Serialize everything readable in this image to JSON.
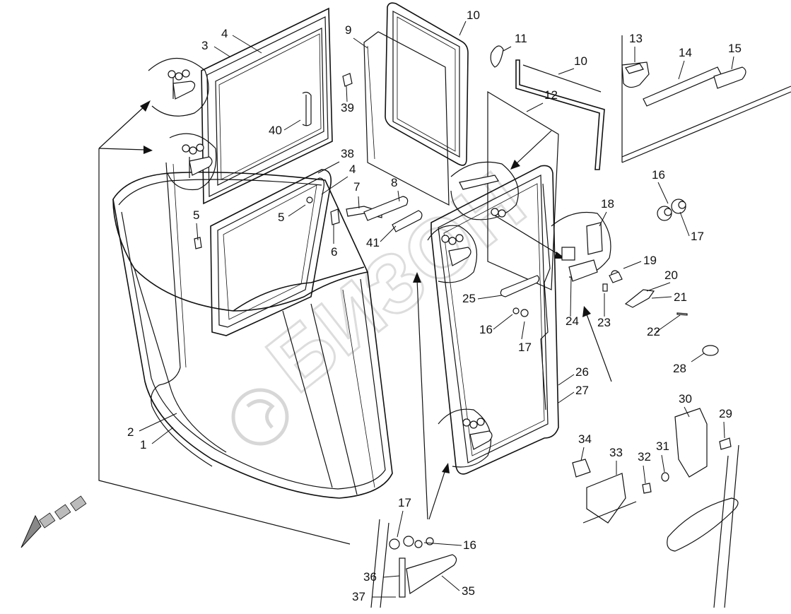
{
  "watermark_text": "БИЗОН",
  "part_labels": [
    "1",
    "2",
    "3",
    "4",
    "4",
    "5",
    "5",
    "6",
    "7",
    "8",
    "9",
    "10",
    "10",
    "11",
    "12",
    "13",
    "14",
    "15",
    "16",
    "16",
    "16",
    "17",
    "17",
    "17",
    "18",
    "19",
    "20",
    "21",
    "22",
    "23",
    "24",
    "25",
    "26",
    "27",
    "28",
    "29",
    "30",
    "31",
    "32",
    "33",
    "34",
    "35",
    "36",
    "37",
    "38",
    "39",
    "40",
    "41"
  ]
}
